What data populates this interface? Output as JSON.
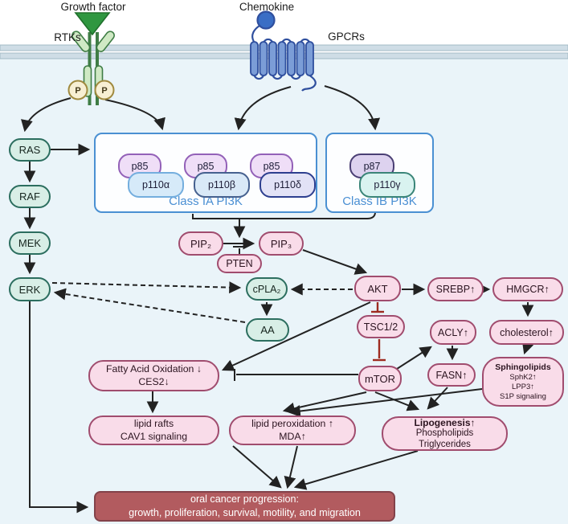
{
  "receptors": {
    "growth_factor_label": "Growth factor",
    "rtk_label": "RTKs",
    "chemokine_label": "Chemokine",
    "gpcr_label": "GPCRs",
    "phospho_left": "P",
    "phospho_right": "P"
  },
  "icons": {
    "growth_factor_icon": "green-triangle-ligand",
    "rtk_icon": "Y-shaped-receptor-tyrosine-kinase",
    "phosphate_badge": "circled-P",
    "chemokine_icon": "blue-circle-ligand",
    "gpcr_icon": "seven-transmembrane-helix-receptor",
    "membrane": "double-lipid-bilayer-band"
  },
  "mapk": {
    "ras": "RAS",
    "raf": "RAF",
    "mek": "MEK",
    "erk": "ERK"
  },
  "pi3k": {
    "class_ia_label": "Class IA PI3K",
    "class_ib_label": "Class IB PI3K",
    "ia_pairs": [
      {
        "reg": "p85",
        "cat": "p110α"
      },
      {
        "reg": "p85",
        "cat": "p110β"
      },
      {
        "reg": "p85",
        "cat": "p110δ"
      }
    ],
    "ib_pair": {
      "reg": "p87",
      "cat": "p110γ"
    }
  },
  "signaling": {
    "pip2": "PIP₂",
    "pip3": "PIP₃",
    "pten": "PTEN",
    "akt": "AKT",
    "tsc12": "TSC1/2",
    "mtor": "mTOR",
    "cpla2": "cPLA₂",
    "aa": "AA",
    "srebp": "SREBP↑",
    "hmgcr": "HMGCR↑",
    "cholesterol": "cholesterol↑",
    "acly": "ACLY↑",
    "fasn": "FASN↑"
  },
  "outcomes": {
    "fao": {
      "line1": "Fatty Acid Oxidation ↓",
      "line2": "CES2↓"
    },
    "lipid_rafts": {
      "line1": "lipid rafts",
      "line2": "CAV1 signaling"
    },
    "lipid_peroxidation": {
      "line1": "lipid peroxidation ↑",
      "line2": "MDA↑"
    },
    "lipogenesis": {
      "title": "Lipogenesis↑",
      "line2": "Phospholipids",
      "line3": "Triglycerides"
    },
    "sphingolipids": {
      "title": "Sphingolipids",
      "line2": "SphK2↑",
      "line3": "LPP3↑",
      "line4": "S1P signaling"
    }
  },
  "outcome_box": {
    "line1": "oral cancer progression:",
    "line2": "growth, proliferation, survival, motility, and migration"
  },
  "colors": {
    "teal_fill": "#d8eee6",
    "teal_border": "#2c6e5f",
    "pink_fill": "#f9dce9",
    "pink_border": "#a04c6e",
    "blue_box_border": "#4a90d2",
    "class_label": "#4a8fd3",
    "inhibition_red": "#9e2b20",
    "arrow_black": "#222222",
    "cancer_fill": "#b25b5f",
    "cancer_border": "#82424a",
    "membrane": "#cfdde6",
    "cytosol": "#eaf4f9"
  }
}
